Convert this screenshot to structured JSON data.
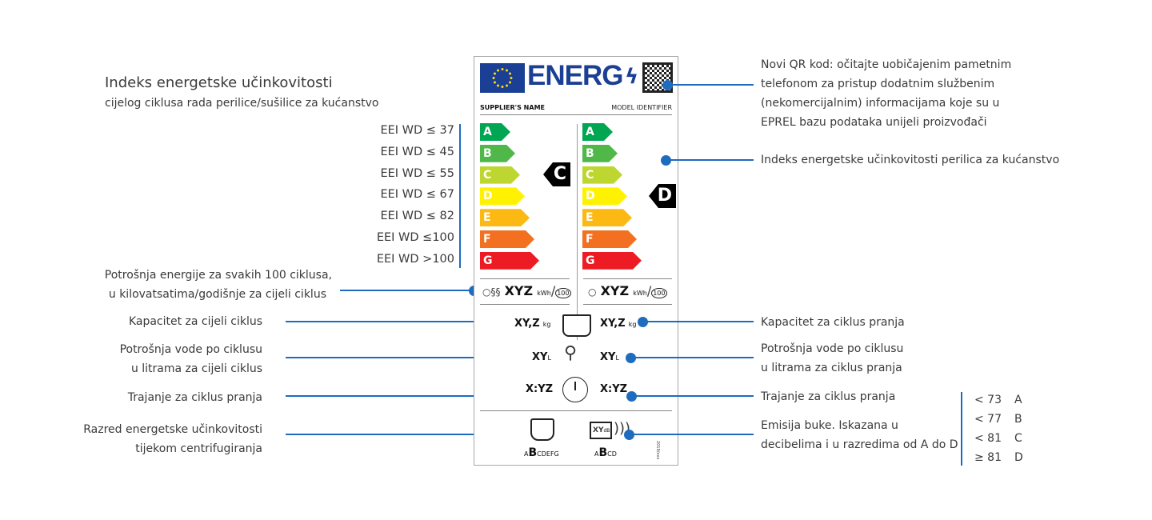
{
  "left": {
    "title": "Indeks energetske učinkovitosti",
    "subtitle": "cijelog ciklusa rada perilice/sušilice za kućanstvo",
    "eei_thresholds": [
      "EEI WD ≤ 37",
      "EEI WD ≤ 45",
      "EEI WD ≤ 55",
      "EEI WD ≤ 67",
      "EEI WD ≤ 82",
      "EEI WD ≤100",
      "EEI WD >100"
    ],
    "energy_line1": "Potrošnja energije za svakih 100 ciklusa,",
    "energy_line2": "u kilovatsatima/godišnje za cijeli ciklus",
    "capacity": "Kapacitet za cijeli ciklus",
    "water_line1": "Potrošnja vode po ciklusu",
    "water_line2": "u litrama za cijeli ciklus",
    "duration": "Trajanje za ciklus pranja",
    "spin_line1": "Razred energetske učinkovitosti",
    "spin_line2": "tijekom centrifugiranja"
  },
  "right": {
    "qr_lines": [
      "Novi QR kod: očitajte uobičajenim pametnim",
      "telefonom za pristup dodatnim službenim",
      "(nekomercijalnim) informacijama koje su u",
      "EPREL bazu podataka unijeli proizvođači"
    ],
    "eei": "Indeks energetske učinkovitosti perilica za kućanstvo",
    "capacity": "Kapacitet za ciklus pranja",
    "water_line1": "Potrošnja vode po ciklusu",
    "water_line2": "u litrama za ciklus pranja",
    "duration": "Trajanje za ciklus pranja",
    "noise_lines": [
      "Emisija buke. Iskazana u",
      "decibelima i u razredima od A do D"
    ],
    "noise_table": [
      {
        "v": "< 73",
        "c": "A"
      },
      {
        "v": "< 77",
        "c": "B"
      },
      {
        "v": "< 81",
        "c": "C"
      },
      {
        "v": "≥ 81",
        "c": "D"
      }
    ]
  },
  "label": {
    "energy_word": "ENERG",
    "supplier": "SUPPLIER'S NAME",
    "model": "MODEL IDENTIFIER",
    "classes": [
      "A",
      "B",
      "C",
      "D",
      "E",
      "F",
      "G"
    ],
    "class_colors": [
      "#00a651",
      "#50b848",
      "#bed630",
      "#fff200",
      "#fdb913",
      "#f37021",
      "#ed1c24"
    ],
    "left_class": "C",
    "right_class": "D",
    "energy_value": "XYZ",
    "energy_unit": "kWh",
    "cycles": "100",
    "capacity_value": "XY,Z",
    "capacity_unit": "kg",
    "water_value": "XY",
    "water_unit": "L",
    "duration_value": "X:YZ",
    "spin_prefix": "A",
    "spin_class": "B",
    "spin_suffix": "CDEFG",
    "noise_value": "XY",
    "noise_unit": "dB",
    "noise_prefix": "A",
    "noise_class": "B",
    "noise_suffix": "CD",
    "regulation": "2019/xxx"
  }
}
